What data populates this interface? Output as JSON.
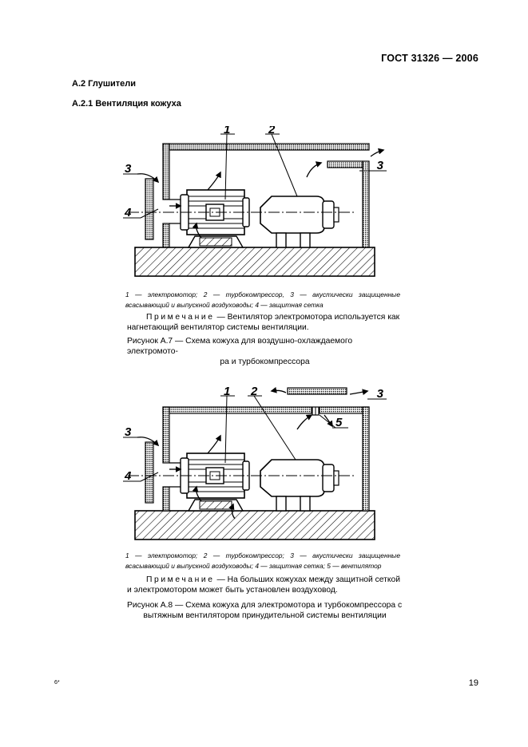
{
  "header": {
    "standard": "ГОСТ 31326 — 2006"
  },
  "section": {
    "title": "А.2 Глушители",
    "subtitle": "А.2.1 Вентиляция кожуха"
  },
  "figure7": {
    "labels": {
      "n1": "1",
      "n2": "2",
      "n3a": "3",
      "n3b": "3",
      "n4": "4"
    },
    "legend": "1 — электромотор; 2 — турбокомпрессор, 3 — акустически защищенные всасывающий и выпускной воздуховоды; 4 — защитная сетка",
    "note_head": "Примечание",
    "note_text": " — Вентилятор электромотора используется как нагнетающий вентилятор системы вентиляции.",
    "caption_l1": "Рисунок А.7 —   Схема кожуха  для воздушно-охлаждаемого электромото-",
    "caption_l2": "ра и турбокомпрессора"
  },
  "figure8": {
    "labels": {
      "n1": "1",
      "n2": "2",
      "n3a": "3",
      "n3b": "3",
      "n4": "4",
      "n5": "5"
    },
    "legend": "1 — электромотор; 2 — турбокомпрессор; 3 — акустически защищенные всасывающий и выпускной воздуховоды; 4 — защитная сетка; 5 — вентилятор",
    "note_head": "Примечание",
    "note_text": " — На больших кожухах  между защитной сеткой и электромотором может быть установлен воздуховод.",
    "caption_l1": "Рисунок А.8 — Схема кожуха  для электромотора и турбокомпрессора  с",
    "caption_l2": "вытяжным вентилятором принудительной системы вентиляции"
  },
  "footer": {
    "sheet_mark": "6*",
    "page_number": "19"
  }
}
